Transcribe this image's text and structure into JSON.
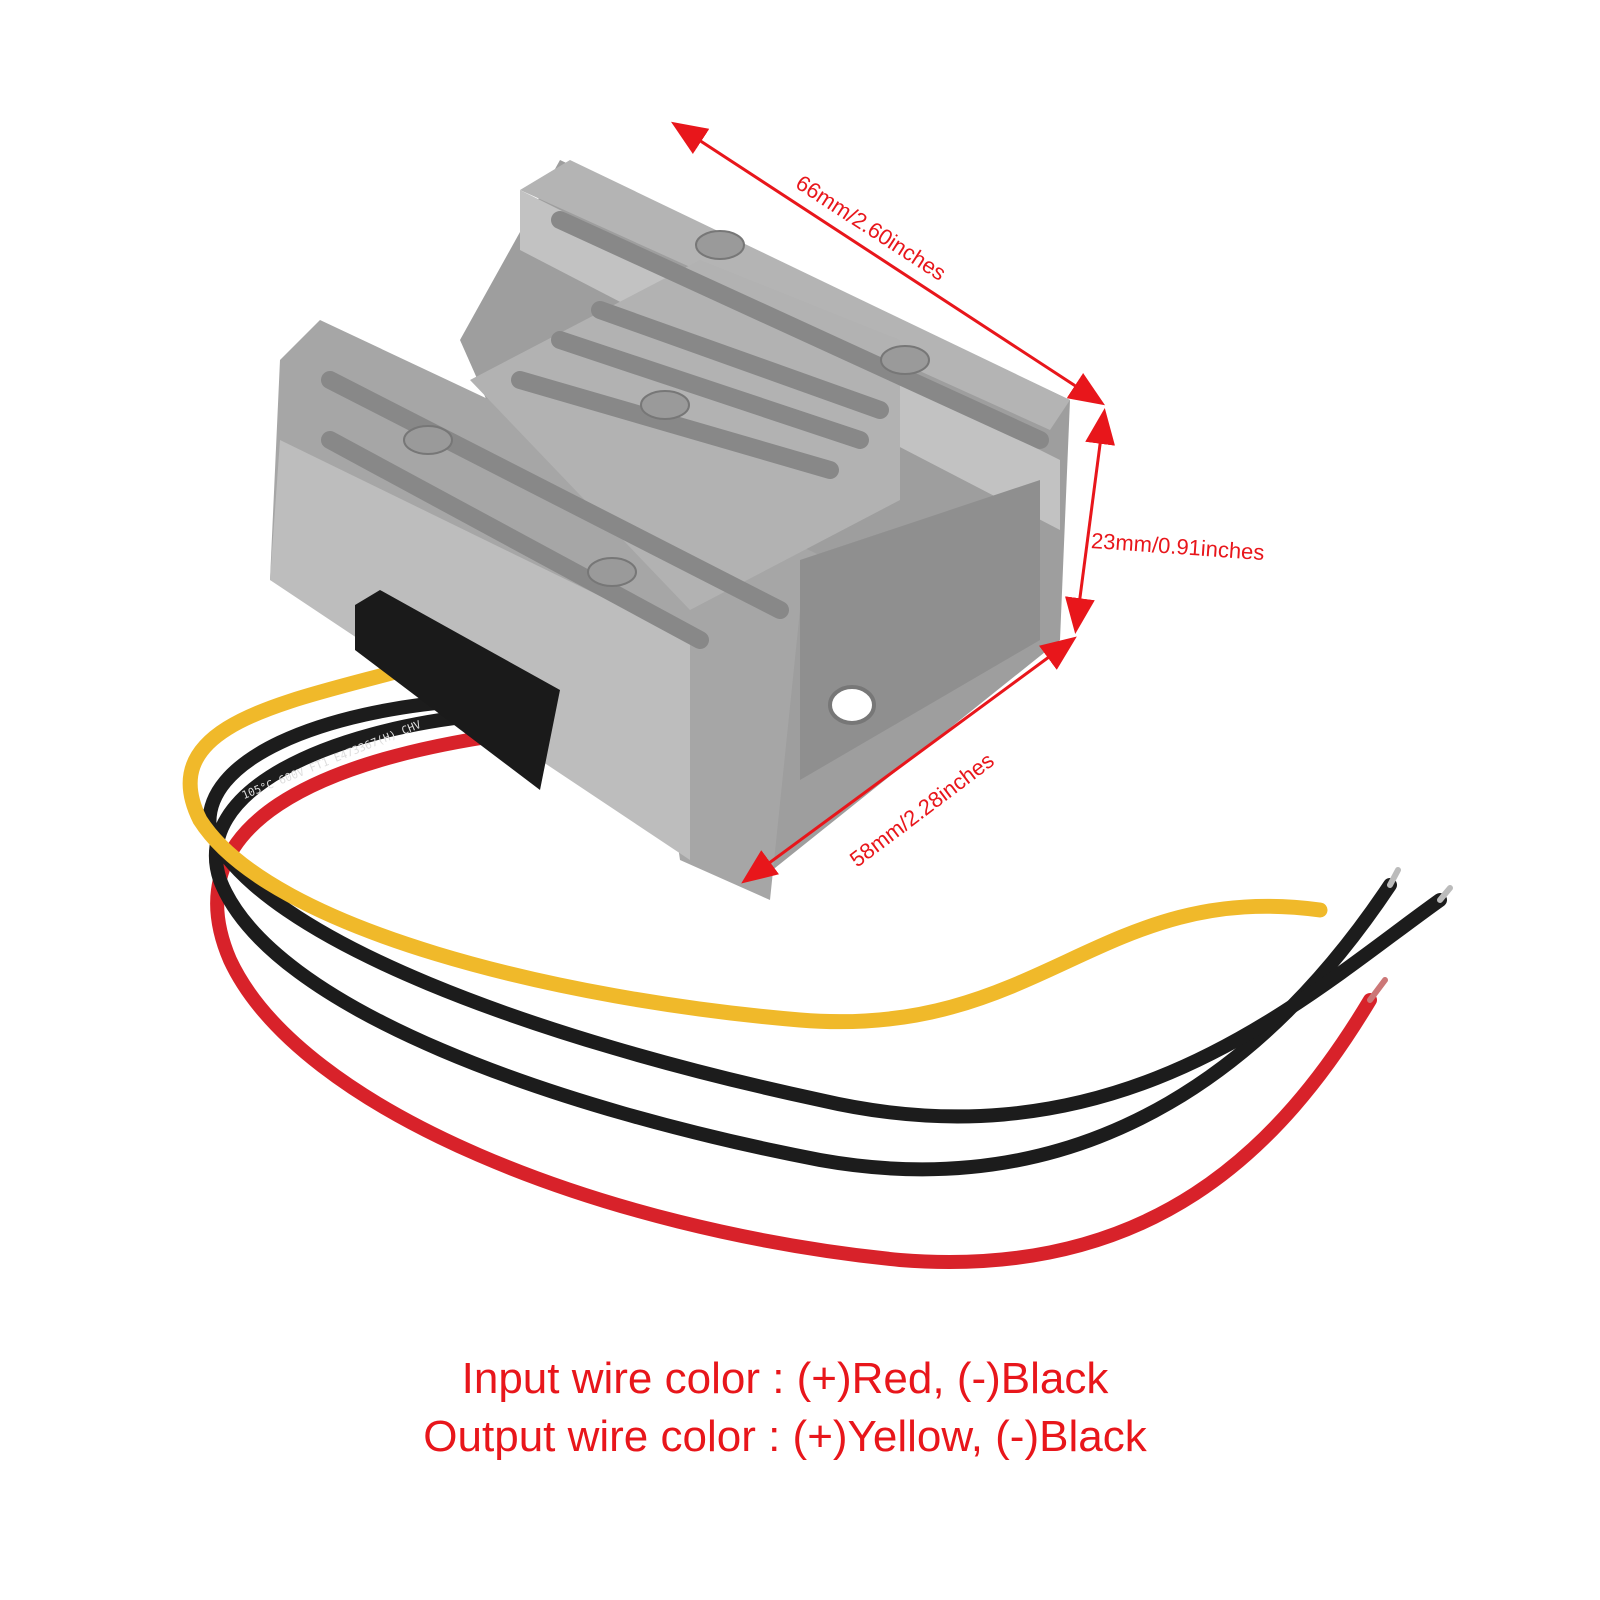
{
  "dimensions": {
    "length": "66mm/2.60inches",
    "height": "23mm/0.91inches",
    "width": "58mm/2.28inches"
  },
  "wire_print": "105°C 600V FT1 E473367(H) CHV",
  "caption": {
    "line1": "Input wire color : (+)Red, (-)Black",
    "line2": "Output wire color : (+)Yellow, (-)Black"
  },
  "colors": {
    "annotation": "#e8161b",
    "housing": "#a9a9a9",
    "wire_red": "#d8222a",
    "wire_black": "#1c1c1c",
    "wire_yellow": "#f0b92a"
  }
}
